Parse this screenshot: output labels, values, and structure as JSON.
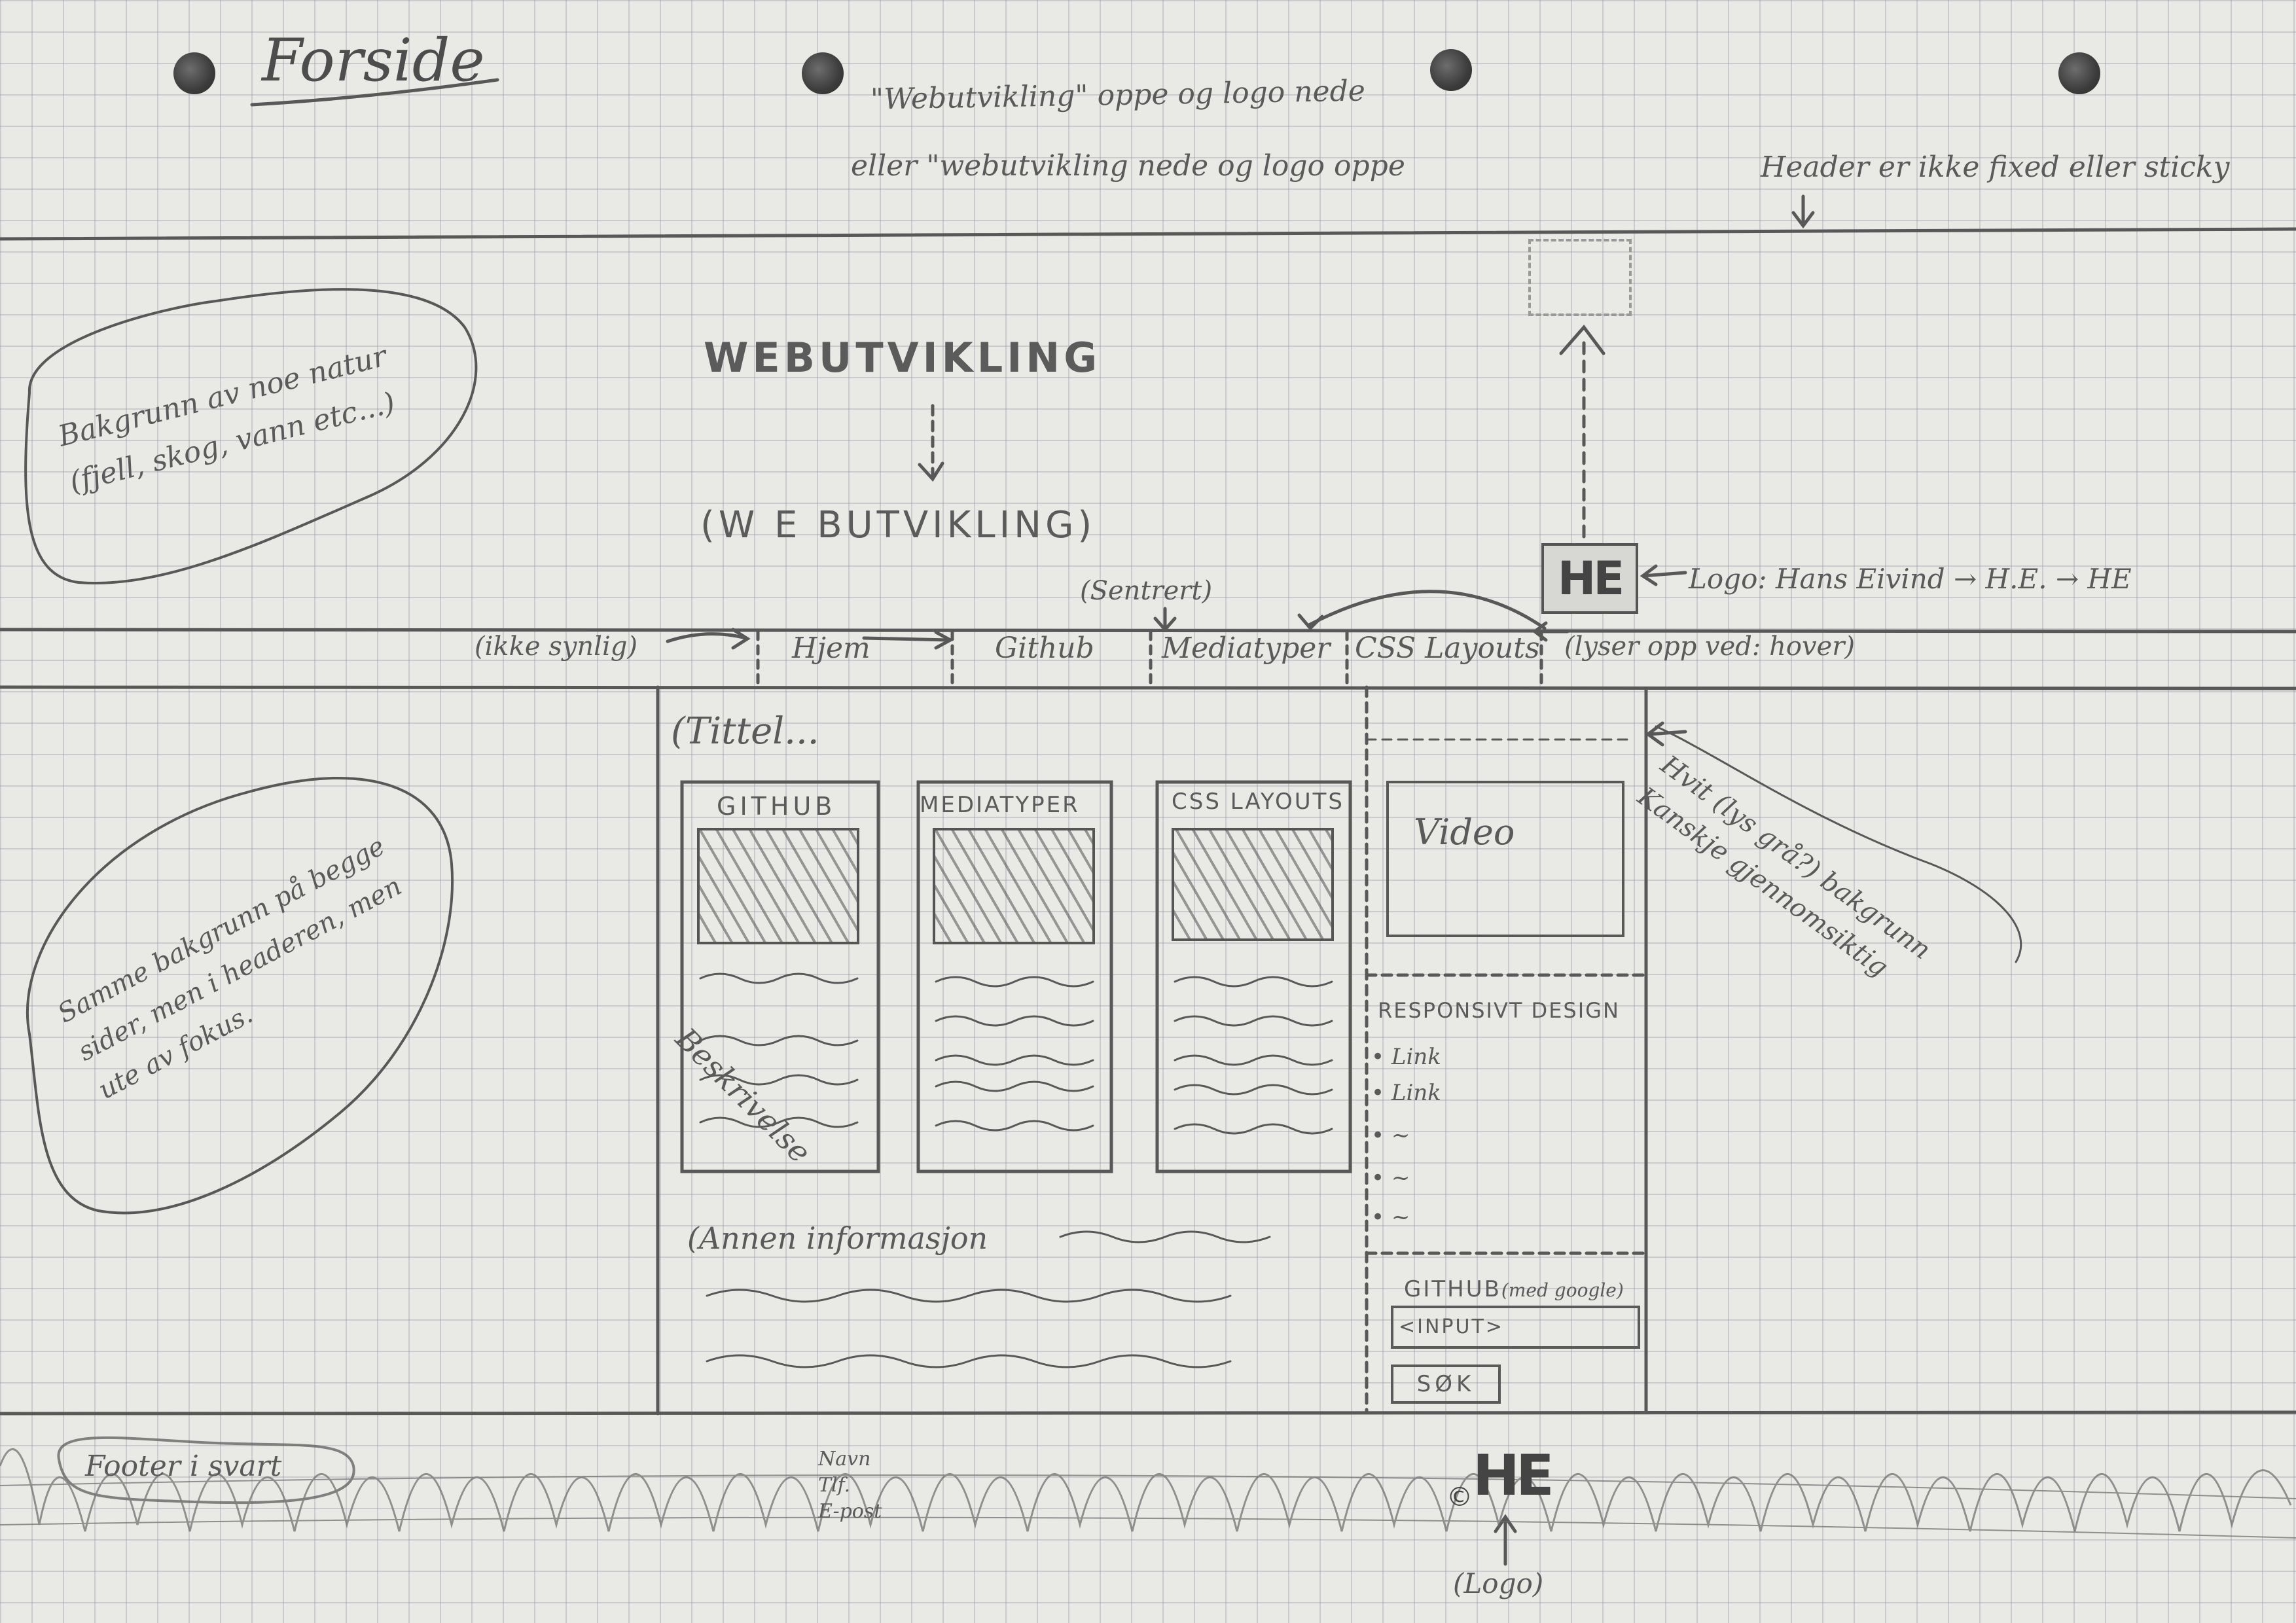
{
  "page_title": "Forside",
  "notes": {
    "header_order_1": "\"Webutvikling\" oppe og logo nede",
    "header_order_2": "eller \"webutvikling nede og logo oppe",
    "header_not_fixed": "Header er ikke fixed eller sticky",
    "background_nature": "Bakgrunn av noe natur (fjell, skog, vann etc...)",
    "same_background": "Samme bakgrunn på begge sider, men i headeren, men ute av fokus.",
    "centered": "(Sentrert)",
    "not_visible": "(ikke synlig)",
    "logo_label": "Logo: Hans Eivind → H.E. → HE",
    "hover_note": "(lyser opp ved: hover)",
    "main_background": "Hvit (lys grå?) bakgrunn Kanskje gjennomsiktig",
    "footer_note": "Footer i svart"
  },
  "header": {
    "site_title": "WEBUTVIKLING",
    "site_title_alt": "(W E BUTVIKLING)",
    "logo_text": "HE"
  },
  "nav": {
    "items": [
      {
        "label": "Hjem"
      },
      {
        "label": "Github"
      },
      {
        "label": "Mediatyper"
      },
      {
        "label": "CSS Layouts"
      }
    ]
  },
  "main": {
    "title": "(Tittel...",
    "cards": [
      {
        "title": "GITHUB",
        "description": "Beskrivelse"
      },
      {
        "title": "MEDIATYPER",
        "description": ""
      },
      {
        "title": "CSS LAYOUTS",
        "description": ""
      }
    ],
    "other_info": "(Annen informasjon"
  },
  "sidebar": {
    "video_label": "Video",
    "responsive_title": "RESPONSIVT DESIGN",
    "links": [
      "Link",
      "Link"
    ],
    "search_title": "GITHUB",
    "search_note": "(med google)",
    "search_placeholder": "<INPUT>",
    "search_button": "SØK"
  },
  "footer": {
    "contact_lines": [
      "Navn",
      "Tlf.",
      "E-post"
    ],
    "copyright": "©",
    "logo_text": "HE",
    "logo_label": "(Logo)"
  }
}
